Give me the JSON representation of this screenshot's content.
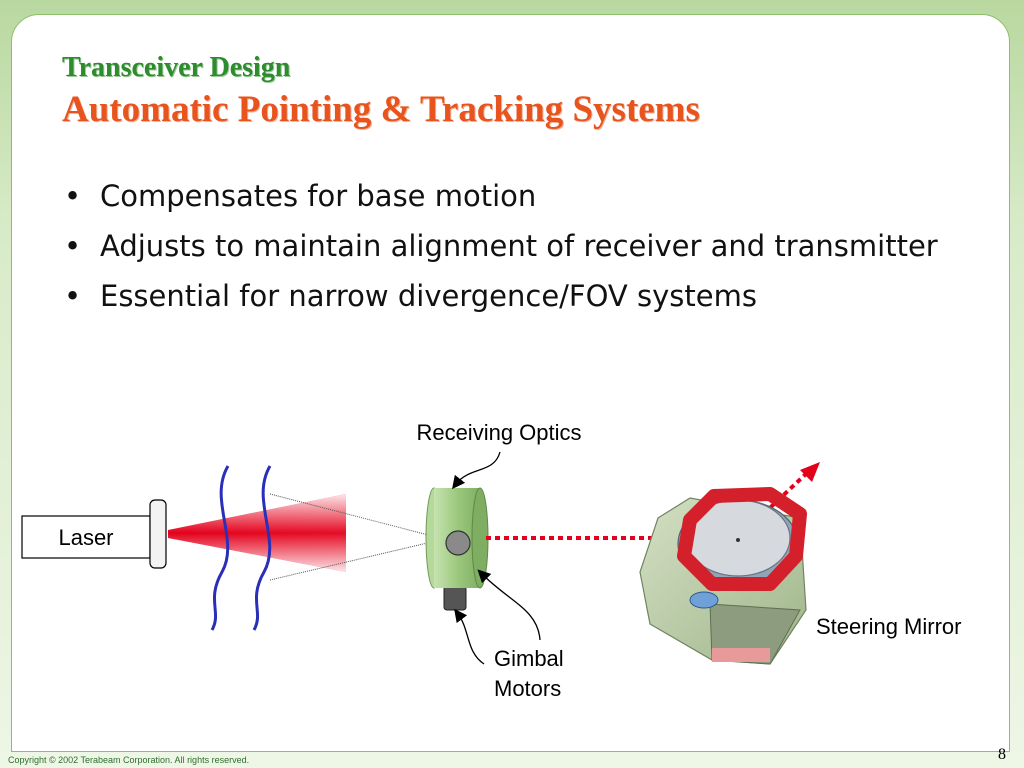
{
  "slide": {
    "title_line1": "Transceiver Design",
    "title_line2": "Automatic Pointing & Tracking Systems",
    "bullets": [
      "Compensates for base motion",
      "Adjusts to maintain alignment of receiver and transmitter",
      "Essential for narrow divergence/FOV systems"
    ],
    "bullet_glyph": "•"
  },
  "diagram": {
    "labels": {
      "laser": "Laser",
      "receiving_optics": "Receiving Optics",
      "gimbal_line1": "Gimbal",
      "gimbal_line2": "Motors",
      "steering_mirror": "Steering Mirror"
    },
    "colors": {
      "laser_beam": "#e4001b",
      "waves": "#2a2fb8",
      "optics": "#9dc97f",
      "mirror_ring": "#d4202a",
      "housing": "#b8c9a4"
    }
  },
  "footer": {
    "copyright": "Copyright © 2002 Terabeam Corporation. All rights reserved.",
    "page_number": "8"
  }
}
